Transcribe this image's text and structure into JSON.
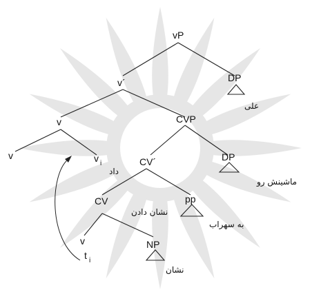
{
  "tree": {
    "nodes": {
      "vP": "vP",
      "v_bar": "v´",
      "DP_top": "DP",
      "v_mid": "v",
      "CVP": "CVP",
      "v_left": "v",
      "v_i": "v",
      "v_i_sub": "i",
      "CV_bar": "CV´",
      "DP_mid": "DP",
      "CV": "CV",
      "PP": "pp",
      "v_trace": "v",
      "NP": "NP"
    },
    "words": {
      "ali": "علی",
      "dad": "داد",
      "mashinesh_ro": "ماشینش رو",
      "neshan_dadan": "نشان دادن",
      "be_sohrab": "به سهراب",
      "t_i": "t",
      "t_i_sub": "i",
      "neshan": "نشان"
    }
  },
  "colors": {
    "ink": "#111111",
    "ornament": "#e6e6e6",
    "background": "#ffffff"
  }
}
